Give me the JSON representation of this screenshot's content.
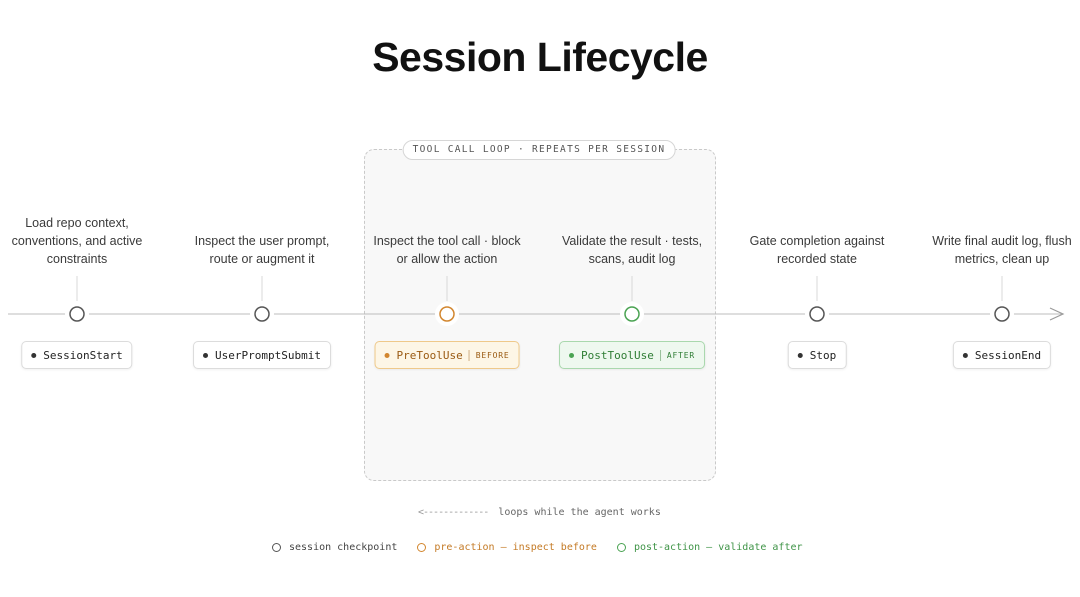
{
  "title": "Session Lifecycle",
  "loop": {
    "label": "TOOL CALL LOOP · REPEATS PER SESSION",
    "note": "loops while the agent works"
  },
  "stages": [
    {
      "name": "SessionStart",
      "kind": "checkpoint",
      "tag": "",
      "description": [
        "Load repo context,",
        "conventions, and active",
        "constraints"
      ]
    },
    {
      "name": "UserPromptSubmit",
      "kind": "checkpoint",
      "tag": "",
      "description": [
        "Inspect the user prompt,",
        "route or augment it"
      ]
    },
    {
      "name": "PreToolUse",
      "kind": "pre",
      "tag": "BEFORE",
      "description": [
        "Inspect the tool call · block",
        "or allow the action"
      ]
    },
    {
      "name": "PostToolUse",
      "kind": "post",
      "tag": "AFTER",
      "description": [
        "Validate the result · tests,",
        "scans, audit log"
      ]
    },
    {
      "name": "Stop",
      "kind": "checkpoint",
      "tag": "",
      "description": [
        "Gate completion against",
        "recorded state"
      ]
    },
    {
      "name": "SessionEnd",
      "kind": "checkpoint",
      "tag": "",
      "description": [
        "Write final audit log, flush",
        "metrics, clean up"
      ]
    }
  ],
  "legend": {
    "checkpoint": "session checkpoint",
    "pre": "pre-action — inspect before",
    "post": "post-action — validate after"
  },
  "colors": {
    "checkpoint": "#555555",
    "pre": "#d2862e",
    "post": "#4aa352",
    "line": "#bdbdbd"
  }
}
